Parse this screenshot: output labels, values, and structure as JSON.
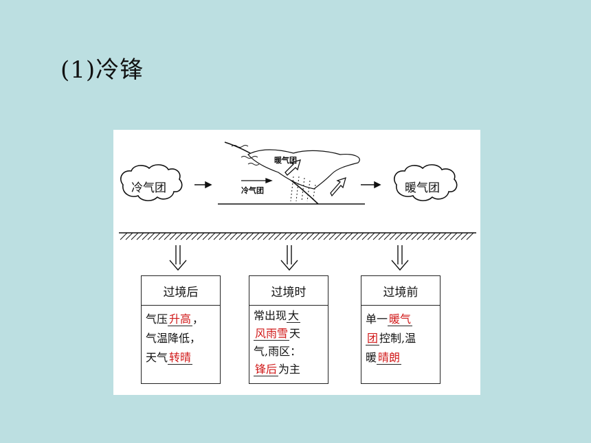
{
  "title": "(1)冷锋",
  "diagram": {
    "cold_air_mass": "冷气团",
    "warm_air_mass": "暖气团",
    "inner_warm_label": "暖气团",
    "inner_cold_label": "冷气团"
  },
  "after": {
    "heading": "过境后",
    "l1_pre": "气压",
    "l1_red": "升高",
    "l1_post": "，",
    "l2": "气温降低，",
    "l3_pre": "天气",
    "l3_red": "转晴"
  },
  "during": {
    "heading": "过境时",
    "l1_pre": "常出现",
    "l1_red": "大",
    "l2_red": "风雨雪",
    "l2_post": "天",
    "l3": "气,雨区：",
    "l4_red": "锋后",
    "l4_post": "为主"
  },
  "before": {
    "heading": "过境前",
    "l1_pre": "单一",
    "l1_red": "暖气",
    "l2_red": "团",
    "l2_post": "控制,温",
    "l3_pre": "暖",
    "l3_red": "晴朗"
  }
}
